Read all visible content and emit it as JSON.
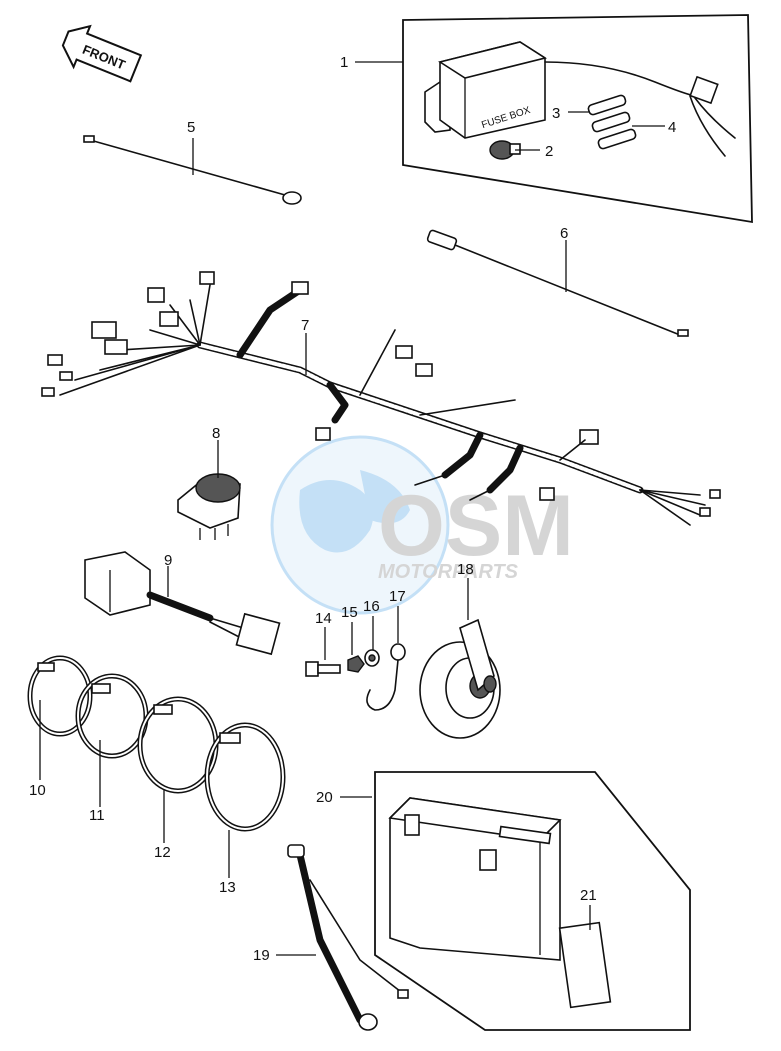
{
  "arrow_label": "FRONT",
  "fuse_box_label": "FUSE BOX",
  "watermark": {
    "brand": "OSM",
    "sub": "MOTORPARTS",
    "color": "#5aa9e6"
  },
  "callouts": {
    "p1": "1",
    "p2": "2",
    "p3": "3",
    "p4": "4",
    "p5": "5",
    "p6": "6",
    "p7": "7",
    "p8": "8",
    "p9": "9",
    "p10": "10",
    "p11": "11",
    "p12": "12",
    "p13": "13",
    "p14": "14",
    "p15": "15",
    "p16": "16",
    "p17": "17",
    "p18": "18",
    "p19": "19",
    "p20": "20",
    "p21": "21"
  }
}
